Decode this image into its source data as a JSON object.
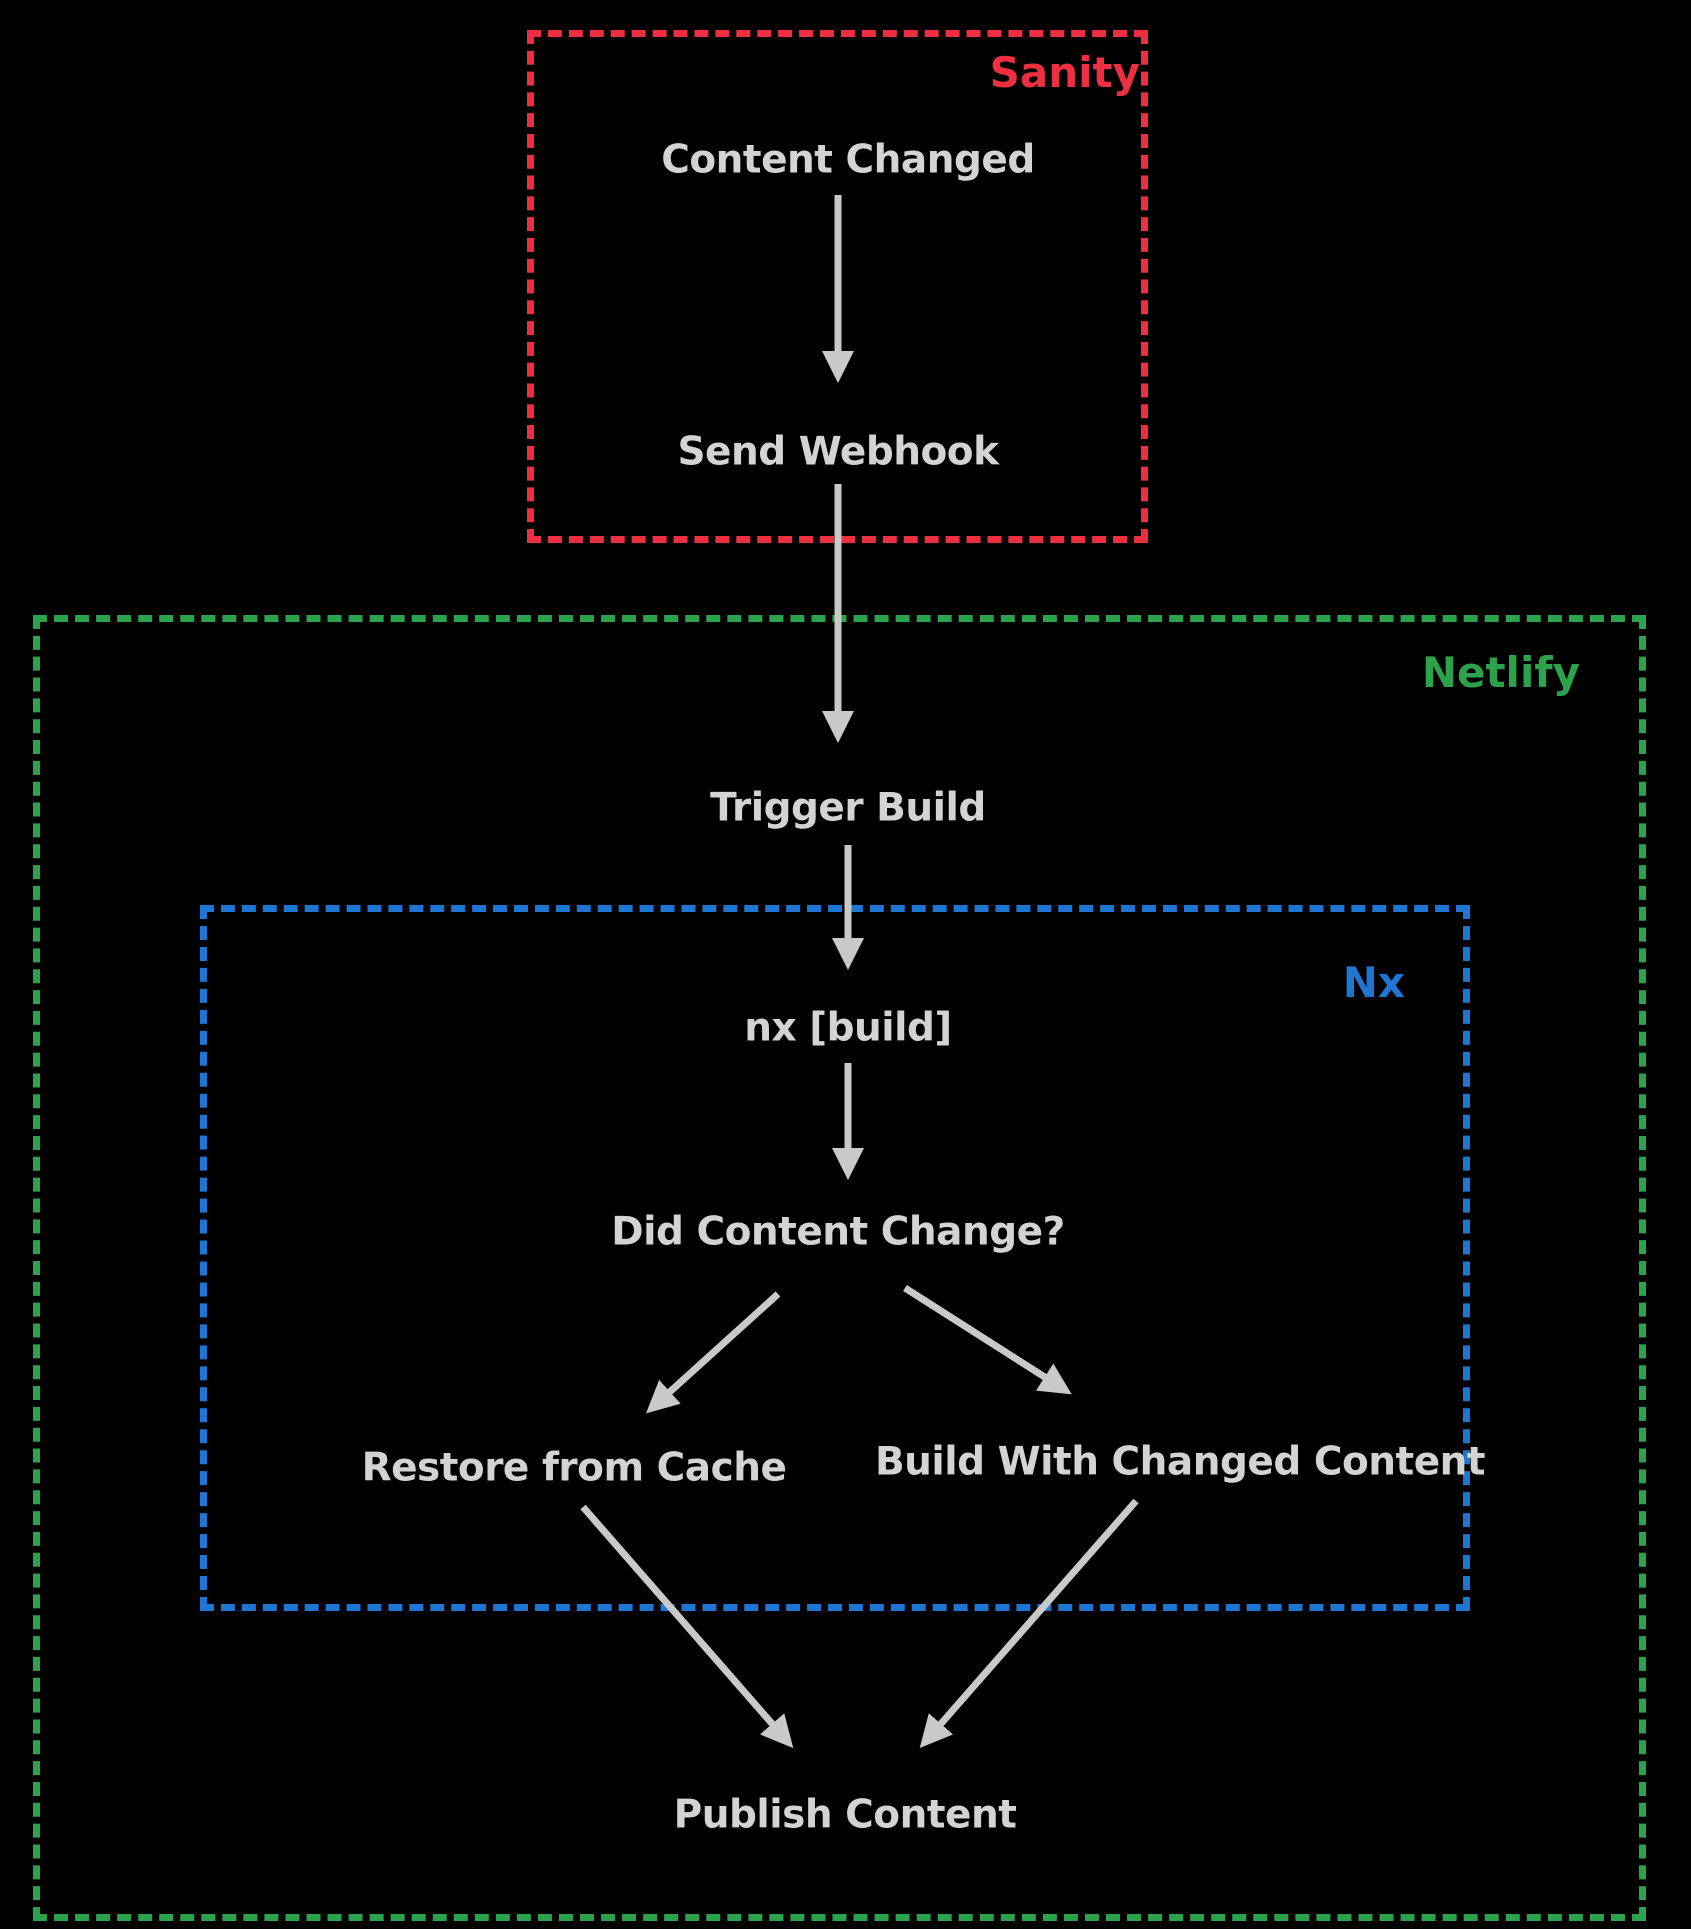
{
  "diagram": {
    "groups": [
      {
        "id": "sanity",
        "label": "Sanity"
      },
      {
        "id": "netlify",
        "label": "Netlify"
      },
      {
        "id": "nx",
        "label": "Nx"
      }
    ],
    "nodes": {
      "content_changed": "Content Changed",
      "send_webhook": "Send Webhook",
      "trigger_build": "Trigger Build",
      "nx_build": "nx [build]",
      "did_content_change": "Did Content Change?",
      "restore_from_cache": "Restore from Cache",
      "build_with_changed_content": "Build With Changed Content",
      "publish_content": "Publish Content"
    },
    "colors": {
      "sanity": "#ee2f42",
      "netlify": "#2ca24c",
      "nx": "#1f75d2",
      "text": "#d3d3d3",
      "arrow": "#c9c9c9",
      "background": "#000000"
    }
  }
}
